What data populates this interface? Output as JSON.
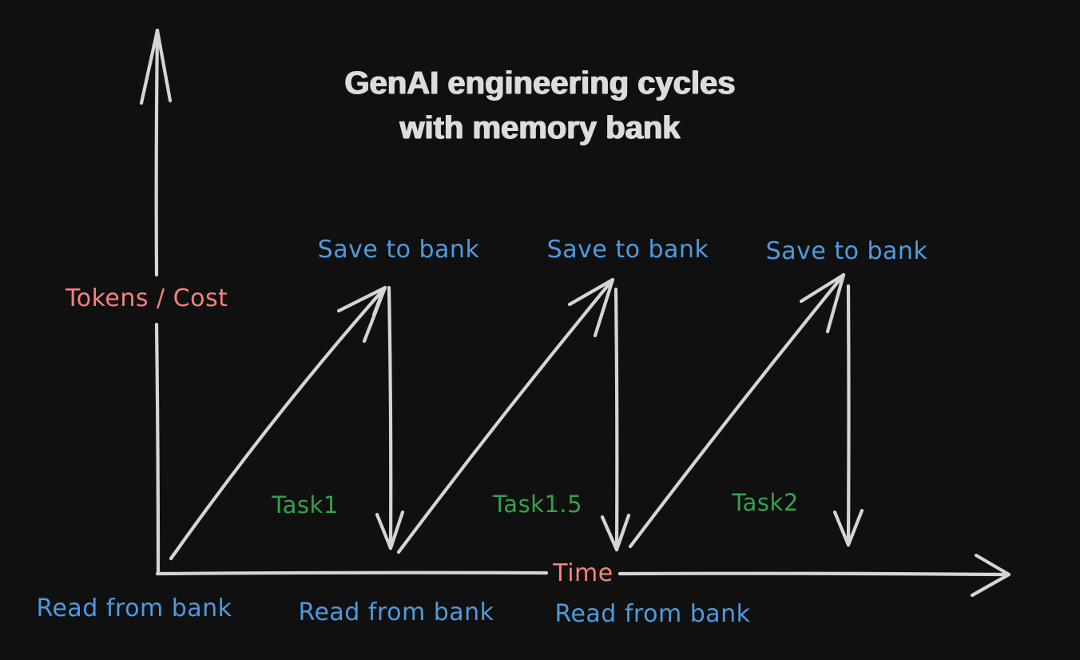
{
  "canvas": {
    "bg": "#101010",
    "line_color": "#d5d5d5"
  },
  "title": {
    "line1": "GenAI engineering cycles",
    "line2": "with memory bank",
    "color": "#dcdcdc"
  },
  "axis": {
    "y_label": "Tokens / Cost",
    "x_label": "Time",
    "label_color": "#f8817c"
  },
  "labels": {
    "save_read_color": "#4d9be0",
    "task_color": "#33a24c",
    "save": [
      "Save to bank",
      "Save to bank",
      "Save to bank"
    ],
    "read": [
      "Read from bank",
      "Read from bank",
      "Read from bank"
    ],
    "tasks": [
      "Task1",
      "Task1.5",
      "Task2"
    ]
  },
  "chart_data": {
    "type": "line",
    "title": "GenAI engineering cycles with memory bank",
    "xlabel": "Time",
    "ylabel": "Tokens / Cost",
    "axis_numeric": false,
    "series": [
      {
        "name": "Task1",
        "shape": "rise-then-drop",
        "x": [
          0,
          1,
          1
        ],
        "y_relative": [
          0,
          1,
          0.05
        ]
      },
      {
        "name": "Task1.5",
        "shape": "rise-then-drop",
        "x": [
          1,
          2,
          2
        ],
        "y_relative": [
          0.05,
          1,
          0
        ]
      },
      {
        "name": "Task2",
        "shape": "rise-then-drop",
        "x": [
          2,
          3,
          3
        ],
        "y_relative": [
          0.05,
          1,
          0.1
        ]
      }
    ],
    "annotations": [
      {
        "text": "Save to bank",
        "position": "at each peak"
      },
      {
        "text": "Read from bank",
        "position": "at each trough"
      }
    ]
  }
}
